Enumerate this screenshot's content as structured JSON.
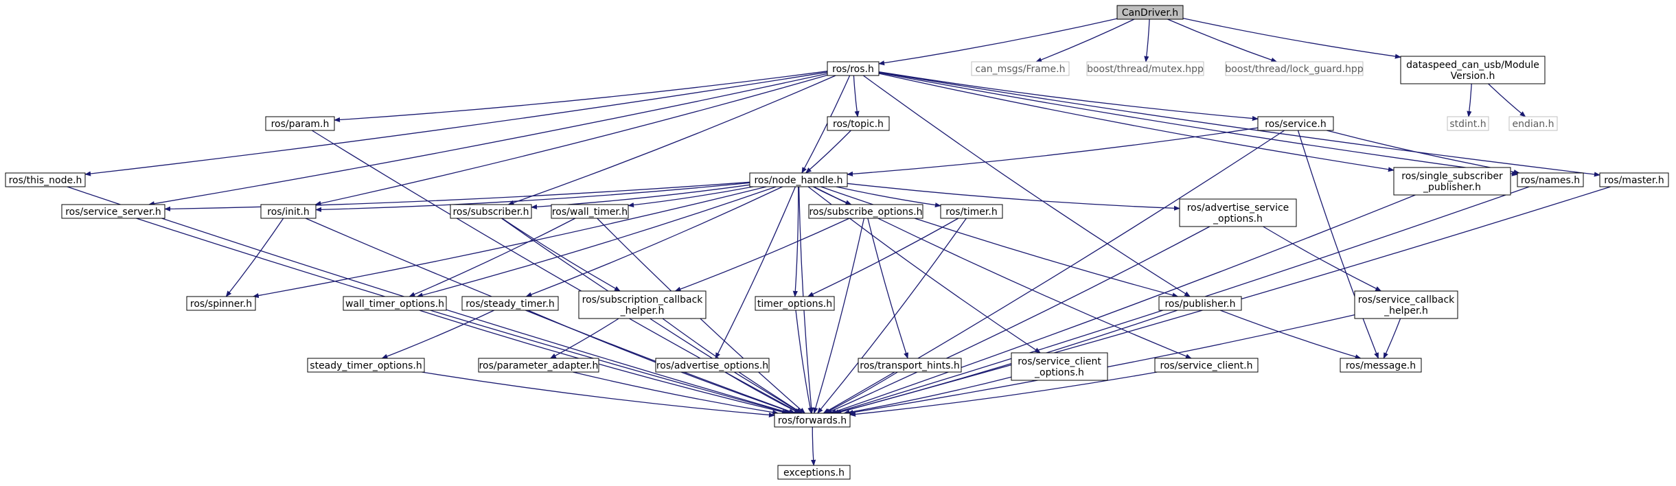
{
  "colors": {
    "edge": "#191970",
    "node_border": "#000000",
    "external_border": "#bfbfbf",
    "root_fill": "#bfbfbf",
    "node_fill": "#ffffff"
  },
  "nodes": [
    {
      "id": "candriver",
      "lines": [
        "CanDriver.h"
      ],
      "kind": "root"
    },
    {
      "id": "ros_ros",
      "lines": [
        "ros/ros.h"
      ],
      "kind": "local"
    },
    {
      "id": "can_msgs_frame",
      "lines": [
        "can_msgs/Frame.h"
      ],
      "kind": "external"
    },
    {
      "id": "boost_mutex",
      "lines": [
        "boost/thread/mutex.hpp"
      ],
      "kind": "external"
    },
    {
      "id": "boost_lock_guard",
      "lines": [
        "boost/thread/lock_guard.hpp"
      ],
      "kind": "external"
    },
    {
      "id": "module_version",
      "lines": [
        "dataspeed_can_usb/Module",
        "Version.h"
      ],
      "kind": "local"
    },
    {
      "id": "stdint",
      "lines": [
        "stdint.h"
      ],
      "kind": "external"
    },
    {
      "id": "endian",
      "lines": [
        "endian.h"
      ],
      "kind": "external"
    },
    {
      "id": "param",
      "lines": [
        "ros/param.h"
      ],
      "kind": "local"
    },
    {
      "id": "topic",
      "lines": [
        "ros/topic.h"
      ],
      "kind": "local"
    },
    {
      "id": "service",
      "lines": [
        "ros/service.h"
      ],
      "kind": "local"
    },
    {
      "id": "this_node",
      "lines": [
        "ros/this_node.h"
      ],
      "kind": "local"
    },
    {
      "id": "node_handle",
      "lines": [
        "ros/node_handle.h"
      ],
      "kind": "local"
    },
    {
      "id": "single_sub_pub",
      "lines": [
        "ros/single_subscriber",
        "_publisher.h"
      ],
      "kind": "local"
    },
    {
      "id": "names",
      "lines": [
        "ros/names.h"
      ],
      "kind": "local"
    },
    {
      "id": "master",
      "lines": [
        "ros/master.h"
      ],
      "kind": "local"
    },
    {
      "id": "service_server",
      "lines": [
        "ros/service_server.h"
      ],
      "kind": "local"
    },
    {
      "id": "init",
      "lines": [
        "ros/init.h"
      ],
      "kind": "local"
    },
    {
      "id": "subscriber",
      "lines": [
        "ros/subscriber.h"
      ],
      "kind": "local"
    },
    {
      "id": "wall_timer",
      "lines": [
        "ros/wall_timer.h"
      ],
      "kind": "local"
    },
    {
      "id": "subscribe_options",
      "lines": [
        "ros/subscribe_options.h"
      ],
      "kind": "local"
    },
    {
      "id": "timer",
      "lines": [
        "ros/timer.h"
      ],
      "kind": "local"
    },
    {
      "id": "advertise_service_options",
      "lines": [
        "ros/advertise_service",
        "_options.h"
      ],
      "kind": "local"
    },
    {
      "id": "spinner",
      "lines": [
        "ros/spinner.h"
      ],
      "kind": "local"
    },
    {
      "id": "wall_timer_options",
      "lines": [
        "wall_timer_options.h"
      ],
      "kind": "local"
    },
    {
      "id": "steady_timer",
      "lines": [
        "ros/steady_timer.h"
      ],
      "kind": "local"
    },
    {
      "id": "subscription_callback_helper",
      "lines": [
        "ros/subscription_callback",
        "_helper.h"
      ],
      "kind": "local"
    },
    {
      "id": "timer_options",
      "lines": [
        "timer_options.h"
      ],
      "kind": "local"
    },
    {
      "id": "publisher",
      "lines": [
        "ros/publisher.h"
      ],
      "kind": "local"
    },
    {
      "id": "service_callback_helper",
      "lines": [
        "ros/service_callback",
        "_helper.h"
      ],
      "kind": "local"
    },
    {
      "id": "steady_timer_options",
      "lines": [
        "steady_timer_options.h"
      ],
      "kind": "local"
    },
    {
      "id": "parameter_adapter",
      "lines": [
        "ros/parameter_adapter.h"
      ],
      "kind": "local"
    },
    {
      "id": "advertise_options",
      "lines": [
        "ros/advertise_options.h"
      ],
      "kind": "local"
    },
    {
      "id": "transport_hints",
      "lines": [
        "ros/transport_hints.h"
      ],
      "kind": "local"
    },
    {
      "id": "service_client_options",
      "lines": [
        "ros/service_client",
        "_options.h"
      ],
      "kind": "local"
    },
    {
      "id": "service_client",
      "lines": [
        "ros/service_client.h"
      ],
      "kind": "local"
    },
    {
      "id": "message",
      "lines": [
        "ros/message.h"
      ],
      "kind": "local"
    },
    {
      "id": "forwards",
      "lines": [
        "ros/forwards.h"
      ],
      "kind": "local"
    },
    {
      "id": "exceptions",
      "lines": [
        "exceptions.h"
      ],
      "kind": "local"
    }
  ],
  "edges": [
    [
      "candriver",
      "ros_ros"
    ],
    [
      "candriver",
      "can_msgs_frame"
    ],
    [
      "candriver",
      "boost_mutex"
    ],
    [
      "candriver",
      "boost_lock_guard"
    ],
    [
      "candriver",
      "module_version"
    ],
    [
      "module_version",
      "stdint"
    ],
    [
      "module_version",
      "endian"
    ],
    [
      "ros_ros",
      "this_node"
    ],
    [
      "ros_ros",
      "service_server"
    ],
    [
      "ros_ros",
      "param"
    ],
    [
      "ros_ros",
      "init"
    ],
    [
      "ros_ros",
      "subscriber"
    ],
    [
      "ros_ros",
      "node_handle"
    ],
    [
      "ros_ros",
      "topic"
    ],
    [
      "ros_ros",
      "publisher"
    ],
    [
      "ros_ros",
      "service"
    ],
    [
      "ros_ros",
      "single_sub_pub"
    ],
    [
      "ros_ros",
      "names"
    ],
    [
      "ros_ros",
      "master"
    ],
    [
      "param",
      "forwards"
    ],
    [
      "topic",
      "node_handle"
    ],
    [
      "service",
      "node_handle"
    ],
    [
      "service",
      "names"
    ],
    [
      "service",
      "message"
    ],
    [
      "service",
      "forwards"
    ],
    [
      "this_node",
      "forwards"
    ],
    [
      "node_handle",
      "service_server"
    ],
    [
      "node_handle",
      "init"
    ],
    [
      "node_handle",
      "spinner"
    ],
    [
      "node_handle",
      "subscriber"
    ],
    [
      "node_handle",
      "wall_timer"
    ],
    [
      "node_handle",
      "wall_timer_options"
    ],
    [
      "node_handle",
      "steady_timer"
    ],
    [
      "node_handle",
      "advertise_options"
    ],
    [
      "node_handle",
      "timer_options"
    ],
    [
      "node_handle",
      "subscribe_options"
    ],
    [
      "node_handle",
      "timer"
    ],
    [
      "node_handle",
      "service_client_options"
    ],
    [
      "node_handle",
      "forwards"
    ],
    [
      "node_handle",
      "service_client"
    ],
    [
      "node_handle",
      "publisher"
    ],
    [
      "node_handle",
      "advertise_service_options"
    ],
    [
      "single_sub_pub",
      "forwards"
    ],
    [
      "names",
      "forwards"
    ],
    [
      "master",
      "forwards"
    ],
    [
      "service_server",
      "forwards"
    ],
    [
      "init",
      "spinner"
    ],
    [
      "init",
      "forwards"
    ],
    [
      "subscriber",
      "subscription_callback_helper"
    ],
    [
      "subscriber",
      "forwards"
    ],
    [
      "wall_timer",
      "wall_timer_options"
    ],
    [
      "wall_timer",
      "forwards"
    ],
    [
      "subscribe_options",
      "subscription_callback_helper"
    ],
    [
      "subscribe_options",
      "transport_hints"
    ],
    [
      "subscribe_options",
      "forwards"
    ],
    [
      "timer",
      "timer_options"
    ],
    [
      "timer",
      "forwards"
    ],
    [
      "advertise_service_options",
      "service_callback_helper"
    ],
    [
      "advertise_service_options",
      "forwards"
    ],
    [
      "wall_timer_options",
      "forwards"
    ],
    [
      "steady_timer",
      "steady_timer_options"
    ],
    [
      "steady_timer",
      "forwards"
    ],
    [
      "subscription_callback_helper",
      "parameter_adapter"
    ],
    [
      "subscription_callback_helper",
      "forwards"
    ],
    [
      "timer_options",
      "forwards"
    ],
    [
      "publisher",
      "message"
    ],
    [
      "publisher",
      "forwards"
    ],
    [
      "service_callback_helper",
      "message"
    ],
    [
      "service_callback_helper",
      "forwards"
    ],
    [
      "steady_timer_options",
      "forwards"
    ],
    [
      "parameter_adapter",
      "forwards"
    ],
    [
      "advertise_options",
      "forwards"
    ],
    [
      "transport_hints",
      "forwards"
    ],
    [
      "service_client_options",
      "forwards"
    ],
    [
      "service_client",
      "forwards"
    ],
    [
      "forwards",
      "exceptions"
    ]
  ]
}
